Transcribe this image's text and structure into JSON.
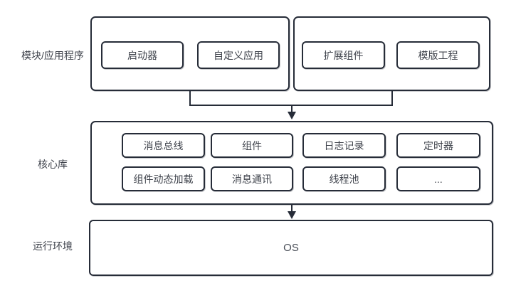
{
  "colors": {
    "border": "#262c38",
    "text": "#3f434c",
    "background": "#ffffff"
  },
  "side_labels": {
    "modules": "模块/应用程序",
    "core": "核心库",
    "runtime": "运行环境"
  },
  "modules_layer": {
    "left_group": {
      "items": [
        {
          "label": "启动器"
        },
        {
          "label": "自定义应用"
        }
      ]
    },
    "right_group": {
      "items": [
        {
          "label": "扩展组件"
        },
        {
          "label": "模版工程"
        }
      ]
    }
  },
  "core_layer": {
    "rows": [
      [
        "消息总线",
        "组件",
        "日志记录",
        "定时器"
      ],
      [
        "组件动态加载",
        "消息通讯",
        "线程池",
        "..."
      ]
    ]
  },
  "runtime_layer": {
    "os_label": "OS"
  }
}
